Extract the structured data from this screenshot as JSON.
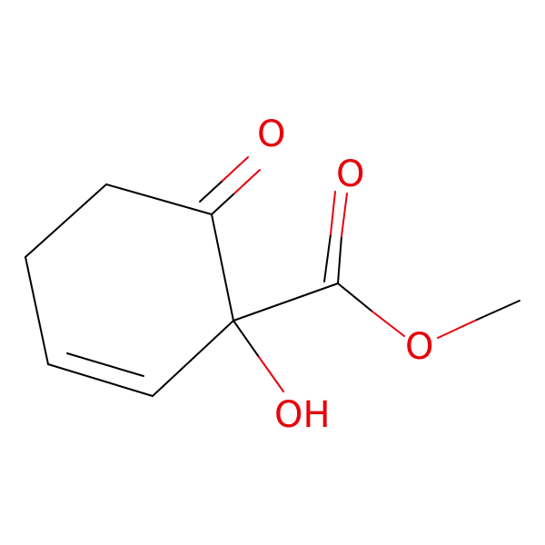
{
  "molecule": {
    "atoms": {
      "ketone_o": "O",
      "carbonyl_o": "O",
      "ester_o": "O",
      "hydroxyl": "OH"
    },
    "colors": {
      "bond": "#000000",
      "oxygen": "#e8000b",
      "background": "#ffffff"
    }
  }
}
